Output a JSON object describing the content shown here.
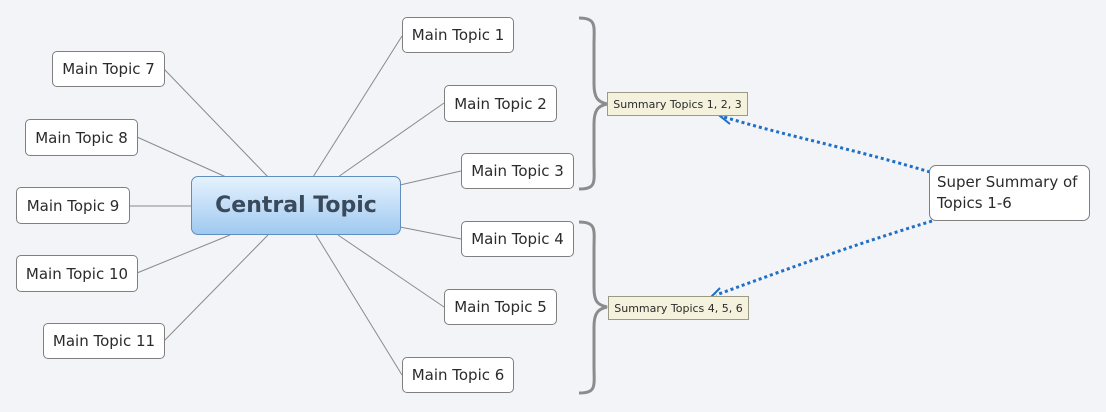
{
  "central_topic": "Central Topic",
  "main_topics": [
    "Main Topic 1",
    "Main Topic 2",
    "Main Topic 3",
    "Main Topic 4",
    "Main Topic 5",
    "Main Topic 6",
    "Main Topic 7",
    "Main Topic 8",
    "Main Topic 9",
    "Main Topic 10",
    "Main Topic 11"
  ],
  "summaries": [
    "Summary Topics 1, 2, 3",
    "Summary Topics 4, 5, 6"
  ],
  "super_summary": {
    "line1": "Super Summary of",
    "line2": "Topics 1-6"
  },
  "colors": {
    "background": "#f2f4f8",
    "central_fill": "#b3d6f5",
    "connector": "#8a8a8a",
    "bracket": "#8c8c8c",
    "relationship_arrow": "#1f6fc5",
    "summary_fill": "#f4f2dc"
  }
}
